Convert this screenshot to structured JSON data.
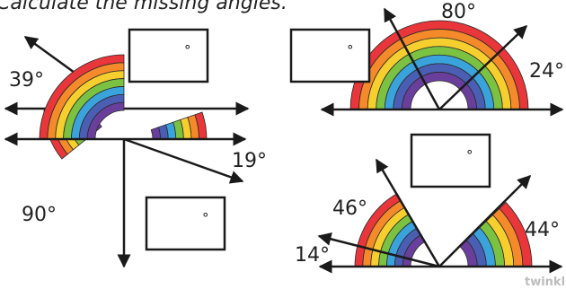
{
  "instruction": "Calculate the missing angles.",
  "watermark": "twinkl.co",
  "answer_placeholder": "°",
  "rainbow_colors": [
    "#e8363a",
    "#f58a2a",
    "#f6cf2e",
    "#7cc242",
    "#3aa3dc",
    "#4a5fb4",
    "#6a3f9c"
  ],
  "problems": [
    {
      "id": "top-left",
      "given_angles": [
        "39°"
      ]
    },
    {
      "id": "top-right",
      "given_angles": [
        "80°",
        "24°"
      ]
    },
    {
      "id": "bottom-left",
      "given_angles": [
        "19°",
        "90°"
      ]
    },
    {
      "id": "bottom-right",
      "given_angles": [
        "46°",
        "14°",
        "44°"
      ]
    }
  ]
}
